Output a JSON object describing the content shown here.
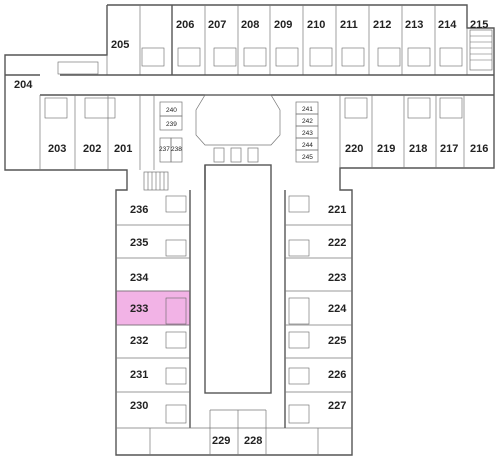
{
  "rooms": {
    "r206": "206",
    "r207": "207",
    "r208": "208",
    "r209": "209",
    "r210": "210",
    "r211": "211",
    "r212": "212",
    "r213": "213",
    "r214": "214",
    "r215": "215",
    "r205": "205",
    "r204": "204",
    "r203": "203",
    "r202": "202",
    "r201": "201",
    "r240": "240",
    "r239": "239",
    "r237": "237",
    "r238": "238",
    "r241": "241",
    "r242": "242",
    "r243": "243",
    "r244": "244",
    "r245": "245",
    "r220": "220",
    "r219": "219",
    "r218": "218",
    "r217": "217",
    "r216": "216",
    "r236": "236",
    "r235": "235",
    "r234": "234",
    "r233": "233",
    "r232": "232",
    "r231": "231",
    "r230": "230",
    "r221": "221",
    "r222": "222",
    "r223": "223",
    "r224": "224",
    "r225": "225",
    "r226": "226",
    "r227": "227",
    "r229": "229",
    "r228": "228"
  },
  "highlight": {
    "room": "233",
    "color": "#f2b3e6"
  }
}
